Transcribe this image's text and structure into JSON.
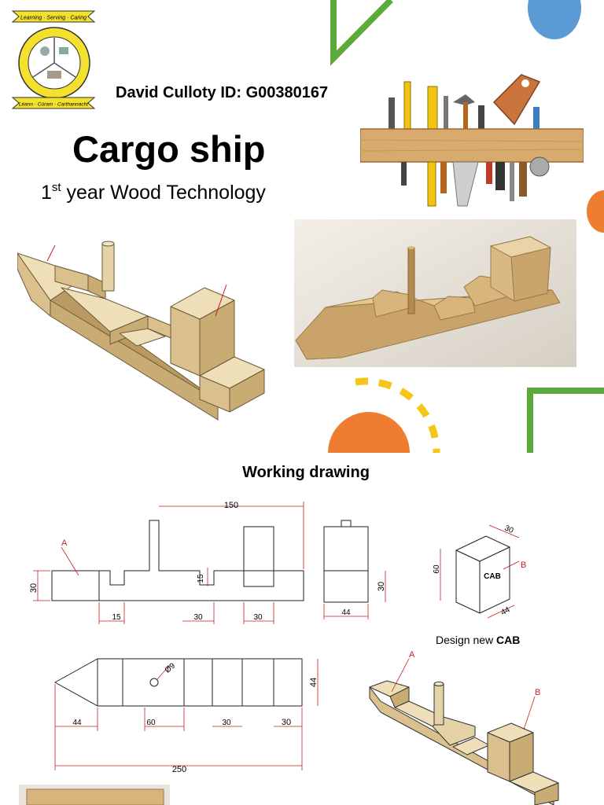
{
  "header": {
    "author": "David Culloty ID: G00380167",
    "title": "Cargo ship",
    "subtitle_ordinal": "1",
    "subtitle_sup": "st",
    "subtitle_rest": " year Wood Technology"
  },
  "logo": {
    "top_motto": "Learning · Serving · Caring",
    "bottom_motto": "Léann · Cúram · Carthannacht"
  },
  "working_drawing": {
    "heading": "Working drawing",
    "elevation_dims": {
      "overall": "150",
      "height": "30",
      "notch_depth": "15",
      "d1": "15",
      "d2": "30",
      "d3": "30",
      "part_a": "A"
    },
    "end_view_dims": {
      "height": "30",
      "width": "44"
    },
    "cab_detail": {
      "label": "CAB",
      "part_b": "B",
      "height": "60",
      "depth": "30",
      "width": "44"
    },
    "design_note_prefix": "Design new ",
    "design_note_bold": "CAB",
    "plan_dims": {
      "hole": "Ø9",
      "width": "44",
      "bow": "44",
      "d60": "60",
      "d30a": "30",
      "d30b": "30",
      "overall": "250"
    },
    "iso_labels": {
      "a": "A",
      "b": "B"
    }
  },
  "colors": {
    "green": "#5daa3c",
    "blue": "#5b9bd5",
    "orange": "#ee7d31",
    "yellow": "#f5c518",
    "dim_red": "#c81e1e",
    "wood_light": "#eedfb8",
    "wood_mid": "#d9c08d",
    "wood_dark": "#b99a62"
  }
}
